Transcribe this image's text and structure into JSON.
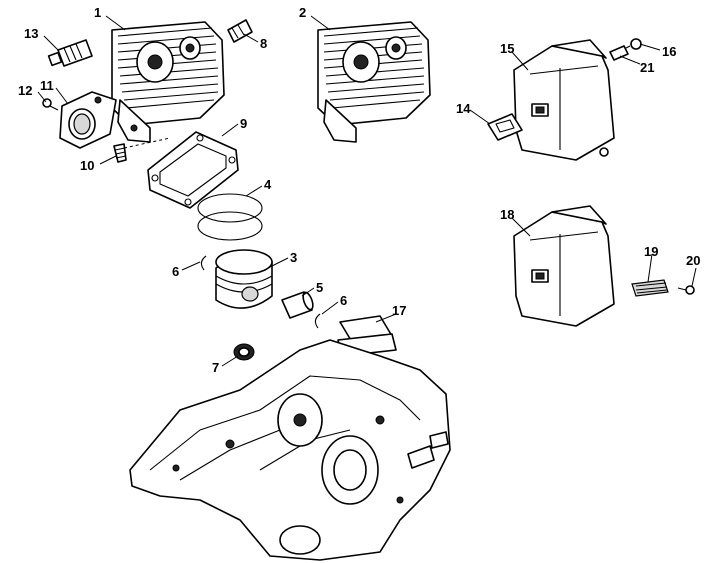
{
  "labels": {
    "p1": "1",
    "p2": "2",
    "p3": "3",
    "p4": "4",
    "p5": "5",
    "p6a": "6",
    "p6b": "6",
    "p7": "7",
    "p8": "8",
    "p9": "9",
    "p10": "10",
    "p11": "11",
    "p12": "12",
    "p13": "13",
    "p14": "14",
    "p15": "15",
    "p16": "16",
    "p17": "17",
    "p18": "18",
    "p19": "19",
    "p20": "20",
    "p21": "21"
  }
}
